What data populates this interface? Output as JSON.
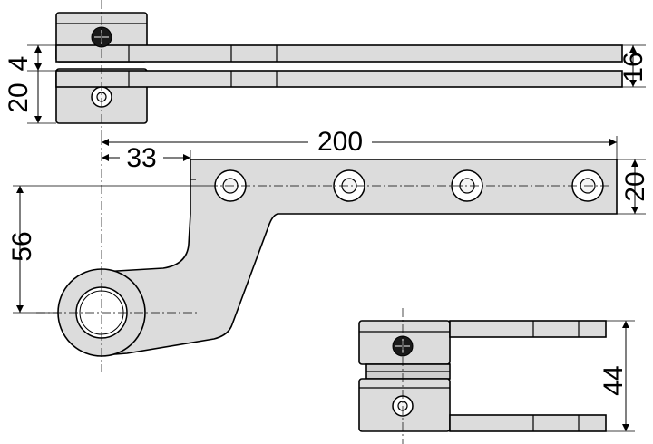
{
  "colors": {
    "part_fill": "#dcdcdc",
    "outline": "#000000",
    "screw": "#1a1a1a"
  },
  "dimensions": {
    "top_gap": "4",
    "top_lower_height": "20",
    "top_arm_height": "16",
    "overall_length": "200",
    "pivot_offset": "33",
    "arm_width": "20",
    "arm_drop": "56",
    "closed_height": "44"
  }
}
